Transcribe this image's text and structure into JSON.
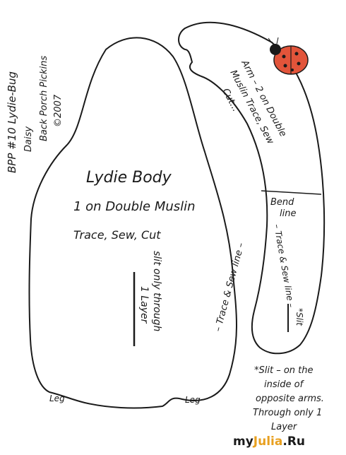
{
  "header": {
    "line1": "BPP #10 Lydie-Bug",
    "line2": "Daisy",
    "line3": "Back Porch Pickins",
    "line4": "©2007"
  },
  "body_piece": {
    "title": "Lydie Body",
    "line1": "1 on Double Muslin",
    "line2": "Trace, Sew, Cut",
    "slit_line1": "slit only through",
    "slit_line2": "1 Layer",
    "side_label": "– Trace & Sew line –",
    "leg_left": "Leg",
    "leg_right": "Leg"
  },
  "arm_piece": {
    "line1": "Arm – 2 on Double",
    "line2": "Muslin Trace, Sew",
    "line3": "Cut...",
    "bend_line1": "Bend",
    "bend_line2": "line",
    "side_label": "– Trace & Sew line –",
    "slit_label": "*Slit"
  },
  "note": {
    "line1": "*Slit – on the",
    "line2": "inside of",
    "line3": "opposite arms.",
    "line4": "Through only 1",
    "line5": "Layer"
  },
  "watermark": {
    "prefix": "my",
    "brand": "Julia",
    "suffix": ".Ru"
  },
  "colors": {
    "ink": "#1a1a1a",
    "ladybug_red": "#e2543a",
    "watermark_orange": "#e8a020"
  }
}
